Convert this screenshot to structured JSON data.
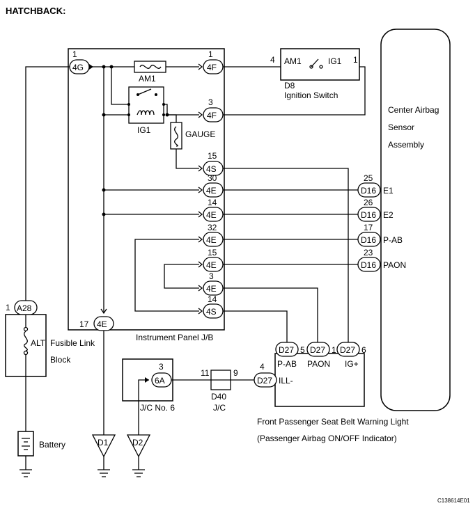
{
  "header": {
    "title": "HATCHBACK:"
  },
  "jb": {
    "label": "Instrument Panel J/B",
    "am1_fuse": "AM1",
    "ig1_relay": "IG1",
    "gauge_fuse": "GAUGE",
    "connectors": {
      "c4g": {
        "name": "4G",
        "pin": "1"
      },
      "c4f_1": {
        "name": "4F",
        "pin": "1"
      },
      "c4f_3": {
        "name": "4F",
        "pin": "3"
      },
      "c4s_15": {
        "name": "4S",
        "pin": "15"
      },
      "c4e_30": {
        "name": "4E",
        "pin": "30"
      },
      "c4e_14": {
        "name": "4E",
        "pin": "14"
      },
      "c4e_32": {
        "name": "4E",
        "pin": "32"
      },
      "c4e_15": {
        "name": "4E",
        "pin": "15"
      },
      "c4e_3": {
        "name": "4E",
        "pin": "3"
      },
      "c4s_14": {
        "name": "4S",
        "pin": "14"
      },
      "c4e_17": {
        "name": "4E",
        "pin": "17"
      }
    }
  },
  "ignition_switch": {
    "id": "D8",
    "name": "Ignition Switch",
    "am1": "AM1",
    "ig1": "IG1",
    "pin_am1": "4",
    "pin_ig1": "1"
  },
  "airbag_sensor": {
    "line1": "Center Airbag",
    "line2": "Sensor",
    "line3": "Assembly",
    "pins": [
      {
        "pin": "25",
        "conn": "D16",
        "label": "E1"
      },
      {
        "pin": "26",
        "conn": "D16",
        "label": "E2"
      },
      {
        "pin": "17",
        "conn": "D16",
        "label": "P-AB"
      },
      {
        "pin": "23",
        "conn": "D16",
        "label": "PAON"
      }
    ]
  },
  "fusible_link": {
    "conn": "A28",
    "pin": "1",
    "fuse": "ALT",
    "line1": "Fusible Link",
    "line2": "Block"
  },
  "battery": {
    "label": "Battery"
  },
  "jc6": {
    "conn": "6A",
    "pin": "3",
    "label": "J/C No. 6"
  },
  "jc_d40": {
    "id": "D40",
    "label": "J/C",
    "pin_left": "11",
    "pin_right": "9"
  },
  "warning_light": {
    "conn": "D27",
    "pin_pab": "5",
    "pin_paon": "1",
    "pin_igp": "6",
    "pin_ill": "4",
    "label_pab": "P-AB",
    "label_paon": "PAON",
    "label_igp": "IG+",
    "label_ill": "ILL-",
    "caption1": "Front Passenger Seat Belt Warning Light",
    "caption2": "(Passenger Airbag ON/OFF Indicator)"
  },
  "grounds": {
    "d1": "D1",
    "d2": "D2"
  },
  "footer": {
    "code": "C138614E01"
  }
}
